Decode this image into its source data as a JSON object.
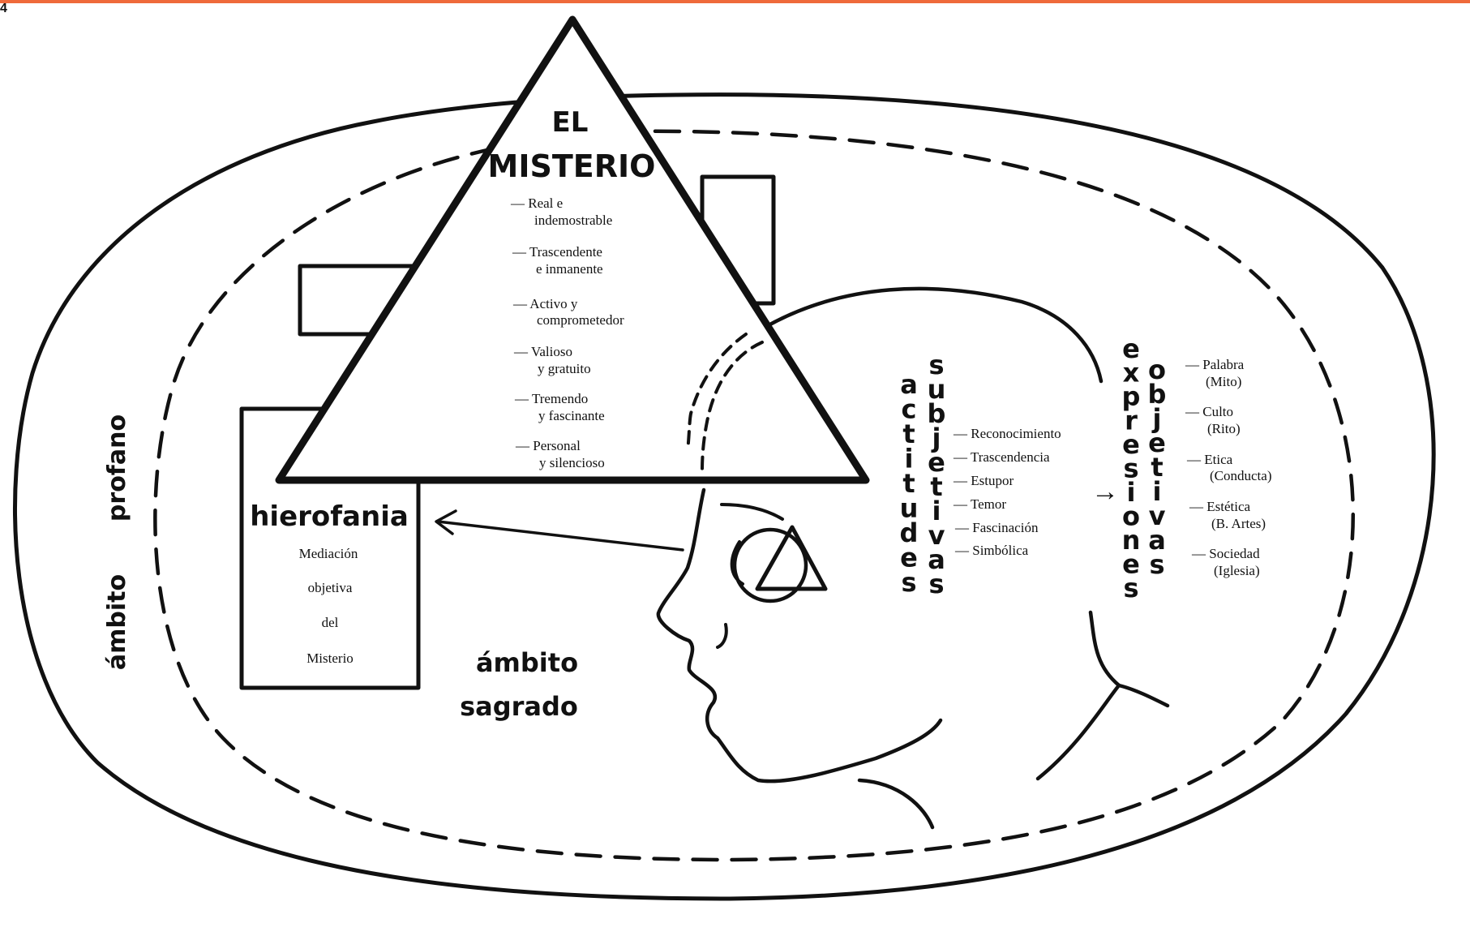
{
  "page_mark": "4",
  "colors": {
    "ink": "#111111",
    "top_bar": "#ef6a3b",
    "background": "#ffffff"
  },
  "mystery": {
    "title_line1": "EL",
    "title_line2": "MISTERIO",
    "attributes": [
      [
        "— Real e",
        "indemostrable"
      ],
      [
        "— Trascendente",
        "e inmanente"
      ],
      [
        "— Activo y",
        "comprometedor"
      ],
      [
        "— Valioso",
        "y gratuito"
      ],
      [
        "— Tremendo",
        "y fascinante"
      ],
      [
        "— Personal",
        "y silencioso"
      ]
    ]
  },
  "hierophany": {
    "title": "hierofania",
    "lines": [
      "Mediación",
      "objetiva",
      "del",
      "Misterio"
    ]
  },
  "realms": {
    "profane": [
      "ámbito",
      "profano"
    ],
    "sacred": [
      "ámbito",
      "sagrado"
    ]
  },
  "attitudes": {
    "label_word1": "actitudes",
    "label_word2": "subjetivas",
    "items": [
      "— Reconocimiento",
      "— Trascendencia",
      "— Estupor",
      "— Temor",
      "— Fascinación",
      "— Simbólica"
    ]
  },
  "arrow_glyph": "→",
  "expressions": {
    "label_word1": "expresiones",
    "label_word2": "objetivas",
    "items": [
      [
        "— Palabra",
        "(Mito)"
      ],
      [
        "— Culto",
        "(Rito)"
      ],
      [
        "— Etica",
        "(Conducta)"
      ],
      [
        "— Estética",
        "(B. Artes)"
      ],
      [
        "— Sociedad",
        "(Iglesia)"
      ]
    ]
  }
}
